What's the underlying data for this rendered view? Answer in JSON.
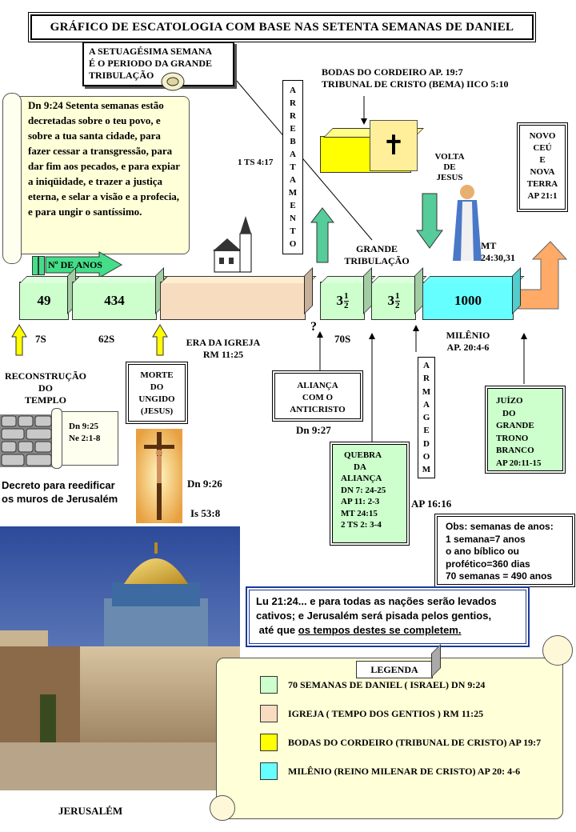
{
  "title": "GRÁFICO DE ESCATOLOGIA COM  BASE NAS SETENTA SEMANAS DE DANIEL",
  "setuagesima": {
    "l1": "A SETUAGÉSIMA SEMANA",
    "l2": "É O PERIODO  DA GRANDE",
    "l3": "TRIBULAÇÃO"
  },
  "scroll_text": "Dn 9:24 Setenta semanas estão decretadas sobre o teu povo, e sobre a tua santa cidade, para fazer cessar a transgressão, para dar fim aos pecados, e para expiar a iniqüidade, e trazer a justiça eterna, e selar a visão e a profecia, e para ungir o santíssimo.",
  "bodas": {
    "l1": "BODAS DO CORDEIRO AP. 19:7",
    "l2": "TRIBUNAL DE CRISTO (BEMA) IICO 5:10"
  },
  "arrebatamento_letters": [
    "A",
    "R",
    "R",
    "E",
    "B",
    "A",
    "T",
    "A",
    "M",
    "E",
    "N",
    "T",
    "O"
  ],
  "ts_ref": "1 TS 4:17",
  "volta": {
    "l1": "VOLTA",
    "l2": "DE",
    "l3": "JESUS"
  },
  "novo_ceu": {
    "l1": "NOVO",
    "l2": "CEÚ",
    "l3": "E",
    "l4": "NOVA",
    "l5": "TERRA",
    "l6": "AP 21:1"
  },
  "mt_ref": {
    "l1": "MT",
    "l2": "24:30,31"
  },
  "grande_tribulacao": {
    "l1": "GRANDE",
    "l2": "TRIBULAÇÃO"
  },
  "n_anos": "Nº DE ANOS",
  "segments": {
    "s49": "49",
    "s434": "434",
    "s3a_i": "3",
    "s3b_i": "3",
    "frac_n": "1",
    "frac_d": "2",
    "s1000": "1000"
  },
  "labels": {
    "s7": "7S",
    "s62": "62S",
    "era1": "ERA DA IGREJA",
    "era2": "RM 11:25",
    "q": "?",
    "s70": "70S",
    "milenio1": "MILÊNIO",
    "milenio2": "AP. 20:4-6"
  },
  "reconstrucao": {
    "l1": "RECONSTRUÇÃO",
    "l2": "DO",
    "l3": "TEMPLO"
  },
  "dn925": {
    "l1": "Dn 9:25",
    "l2": "Ne 2:1-8"
  },
  "decreto": {
    "l1": "Decreto para reedificar",
    "l2": "os muros de Jerusalém"
  },
  "morte": {
    "l1": "MORTE",
    "l2": "DO",
    "l3": "UNGIDO",
    "l4": "(JESUS)"
  },
  "dn926": "Dn 9:26",
  "is538": "Is 53:8",
  "alianca": {
    "l1": "ALIANÇA",
    "l2": "COM O",
    "l3": "ANTICRISTO"
  },
  "dn927": "Dn 9:27",
  "quebra": {
    "l1": "QUEBRA",
    "l2": "DA",
    "l3": "ALIANÇA",
    "l4": "DN 7: 24-25",
    "l5": "AP 11: 2-3",
    "l6": "MT 24:15",
    "l7": "2 TS 2: 3-4"
  },
  "armagedom_letters": [
    "A",
    "R",
    "M",
    "A",
    "G",
    "E",
    "D",
    "O",
    "M"
  ],
  "ap1616": "AP 16:16",
  "juizo": {
    "l1": "JUÍZO",
    "l2": "DO",
    "l3": "GRANDE",
    "l4": "TRONO",
    "l5": "BRANCO",
    "l6": "AP 20:11-15"
  },
  "obs": {
    "l1": "Obs: semanas de anos:",
    "l2": "1 semana=7 anos",
    "l3": "o ano bíblico ou",
    "l4": "profético=360 dias",
    "l5": "70 semanas = 490 anos"
  },
  "lucas": {
    "l1": "Lu 21:24... e para todas as nações serão levados",
    "l2": "cativos;  e Jerusalém será pisada pelos gentios,",
    "l3a": "até que ",
    "l3b": "os tempos destes se completem."
  },
  "legenda": {
    "title": "LEGENDA",
    "items": [
      {
        "label": "70 SEMANAS DE DANIEL  ( ISRAEL)  DN 9:24",
        "color": "#ccffcc"
      },
      {
        "label": "IGREJA ( TEMPO DOS GENTIOS ) RM 11:25",
        "color": "#f8dcc0"
      },
      {
        "label": "BODAS DO CORDEIRO (TRIBUNAL DE CRISTO) AP 19:7",
        "color": "#ffff00"
      },
      {
        "label": "MILÊNIO (REINO MILENAR DE CRISTO) AP 20: 4-6",
        "color": "#66ffff"
      }
    ]
  },
  "jerusalem": "JERUSALÉM",
  "colors": {
    "green": "#ccffcc",
    "church": "#f8dcc0",
    "yellow": "#ffff00",
    "cyan": "#66ffff",
    "arrow_green": "#44dd88"
  }
}
